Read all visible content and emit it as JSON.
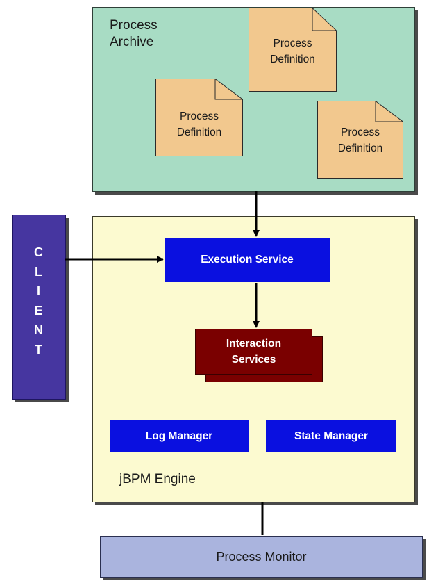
{
  "archive": {
    "label_line1": "Process",
    "label_line2": "Archive"
  },
  "definitions": [
    {
      "line1": "Process",
      "line2": "Definition"
    },
    {
      "line1": "Process",
      "line2": "Definition"
    },
    {
      "line1": "Process",
      "line2": "Definition"
    }
  ],
  "client": {
    "letters": [
      "C",
      "L",
      "I",
      "E",
      "N",
      "T"
    ]
  },
  "engine": {
    "label": "jBPM Engine"
  },
  "services": {
    "execution": "Execution Service",
    "interaction_line1": "Interaction",
    "interaction_line2": "Services",
    "log_manager": "Log Manager",
    "state_manager": "State Manager"
  },
  "monitor": {
    "label": "Process Monitor"
  },
  "colors": {
    "archive_bg": "#a8dcc4",
    "document_bg": "#f2c88e",
    "engine_bg": "#fcfad0",
    "client_bg": "#4636a0",
    "service_blue": "#0a10e0",
    "interaction_red": "#7a0000",
    "monitor_bg": "#aab4de"
  }
}
